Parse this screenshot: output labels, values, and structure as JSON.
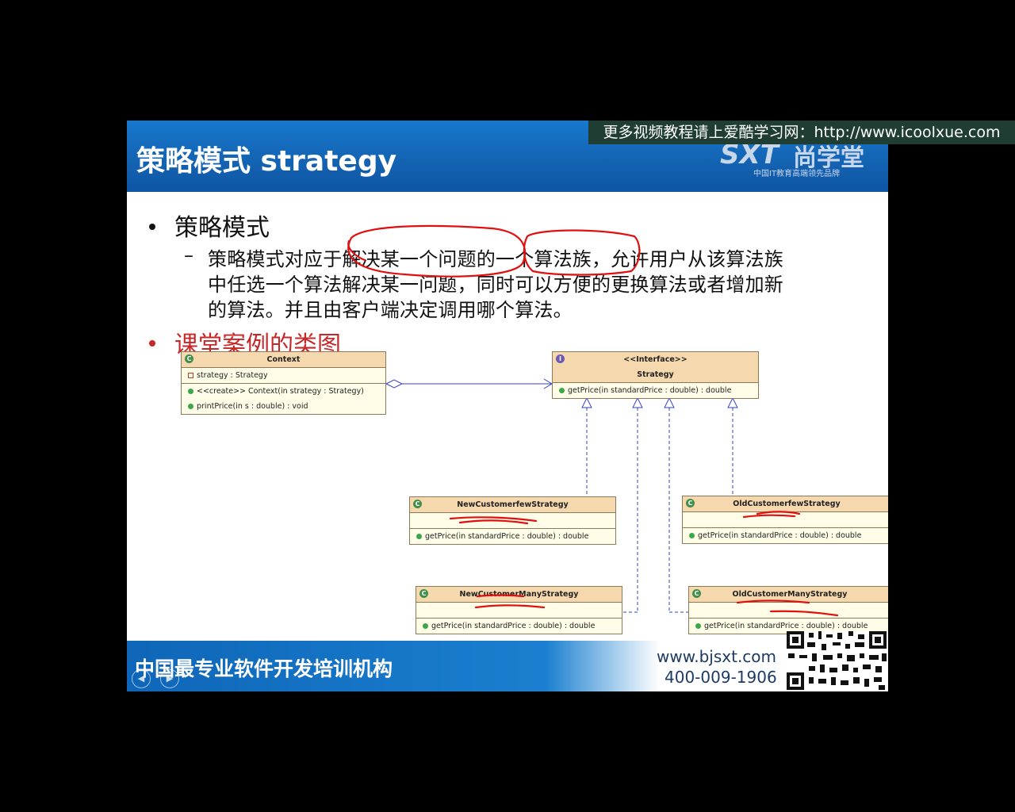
{
  "overlay_url": "更多视频教程请上爱酷学习网：http://www.icoolxue.com",
  "slide": {
    "title": "策略模式 strategy",
    "logo": {
      "name": "尚学堂",
      "tagline": "中国IT教育高端领先品牌"
    },
    "bullet1": "策略模式",
    "para_lines": [
      "策略模式对应于解决某一个问题的一个算法族，允许用户从该算法族",
      "中任选一个算法解决某一问题，同时可以方便的更换算法或者增加新",
      "的算法。并且由客户端决定调用哪个算法。"
    ],
    "bullet2": "课堂案例的类图",
    "footer": {
      "title": "中国最专业软件开发培训机构",
      "website": "www.bjsxt.com",
      "phone": "400-009-1906"
    }
  },
  "uml": {
    "context": {
      "name": "Context",
      "attributes": [
        "strategy : Strategy"
      ],
      "methods": [
        "<<create>> Context(in strategy : Strategy)",
        "printPrice(in s : double) : void"
      ]
    },
    "strategy": {
      "stereotype": "<<Interface>>",
      "name": "Strategy",
      "methods": [
        "getPrice(in standardPrice : double) : double"
      ]
    },
    "new_few": {
      "name": "NewCustomerfewStrategy",
      "methods": [
        "getPrice(in standardPrice : double) : double"
      ]
    },
    "old_few": {
      "name": "OldCustomerfewStrategy",
      "methods": [
        "getPrice(in standardPrice : double) : double"
      ]
    },
    "new_many": {
      "name": "NewCustomerManyStrategy",
      "methods": [
        "getPrice(in standardPrice : double) : double"
      ]
    },
    "old_many": {
      "name": "OldCustomerManyStrategy",
      "methods": [
        "getPrice(in standardPrice : double) : double"
      ]
    }
  },
  "colors": {
    "header_blue": "#1570c4",
    "accent_red": "#c62828",
    "uml_header": "#f6d8ae",
    "uml_body": "#fffde8",
    "overlay_banner": "#1f3d33"
  },
  "icons": [
    "class-icon",
    "interface-icon",
    "public-method-icon",
    "private-field-icon",
    "qr-code-icon",
    "prev-control-icon",
    "next-control-icon"
  ]
}
